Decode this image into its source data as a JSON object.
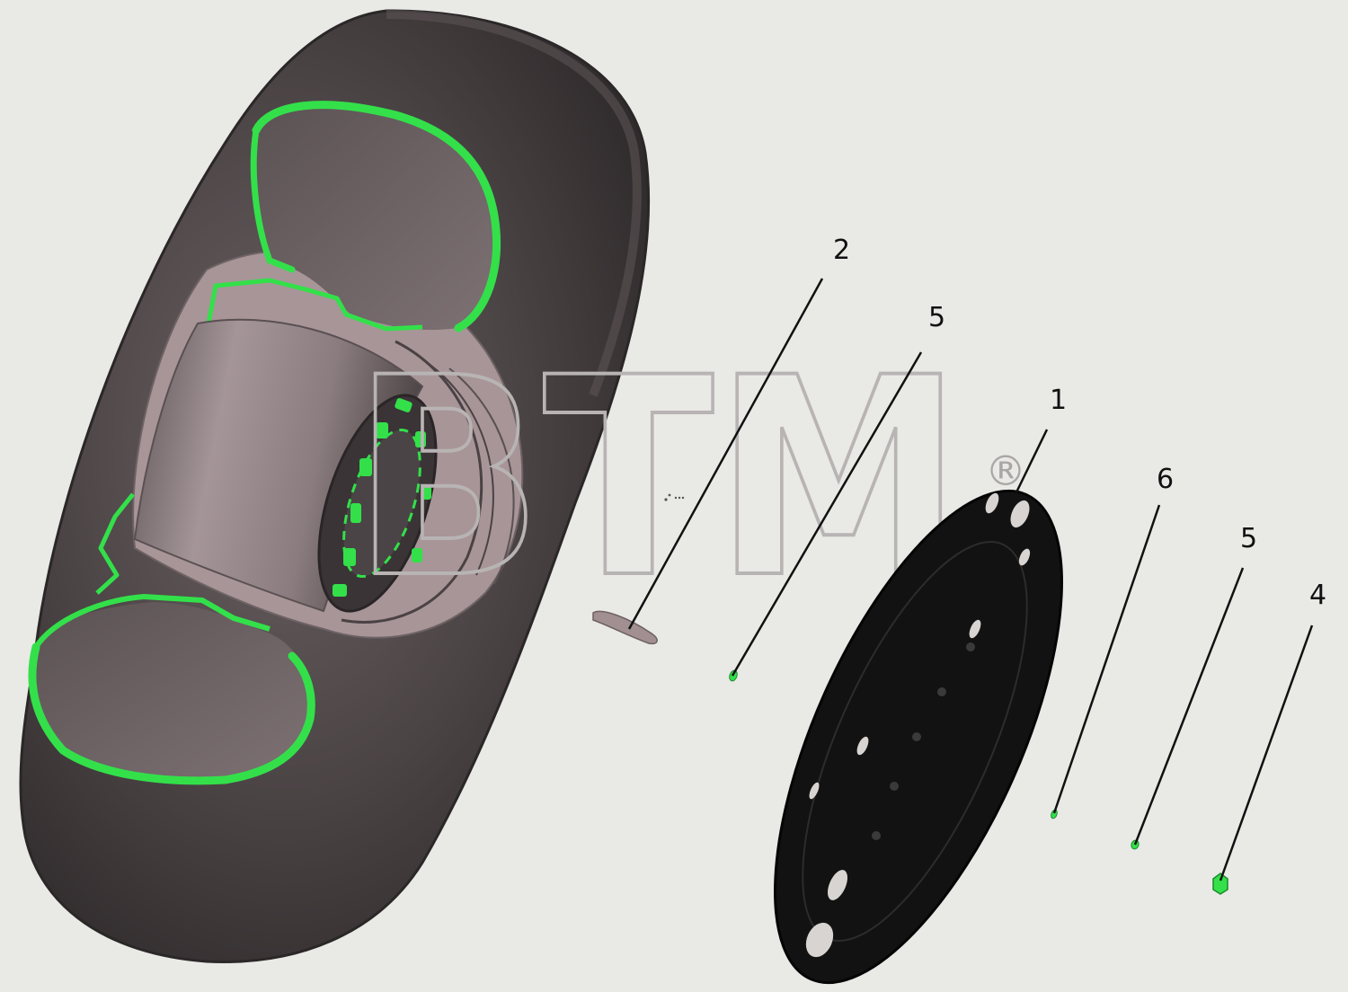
{
  "watermark": {
    "text": "BTM",
    "mark": "®"
  },
  "callouts": [
    {
      "id": "callout-2",
      "label": "2",
      "part": "valve-stem"
    },
    {
      "id": "callout-5-upper",
      "label": "5",
      "part": "small-fitting"
    },
    {
      "id": "callout-1",
      "label": "1",
      "part": "wheel-disc"
    },
    {
      "id": "callout-6",
      "label": "6",
      "part": "stud"
    },
    {
      "id": "callout-5-lower",
      "label": "5",
      "part": "washer"
    },
    {
      "id": "callout-4",
      "label": "4",
      "part": "wheel-nut"
    }
  ],
  "colors": {
    "background": "#e9e9e6",
    "tire": "#3a3637",
    "highlight": "#33e04a",
    "hub": "#8a7d80",
    "disc": "#121212"
  }
}
